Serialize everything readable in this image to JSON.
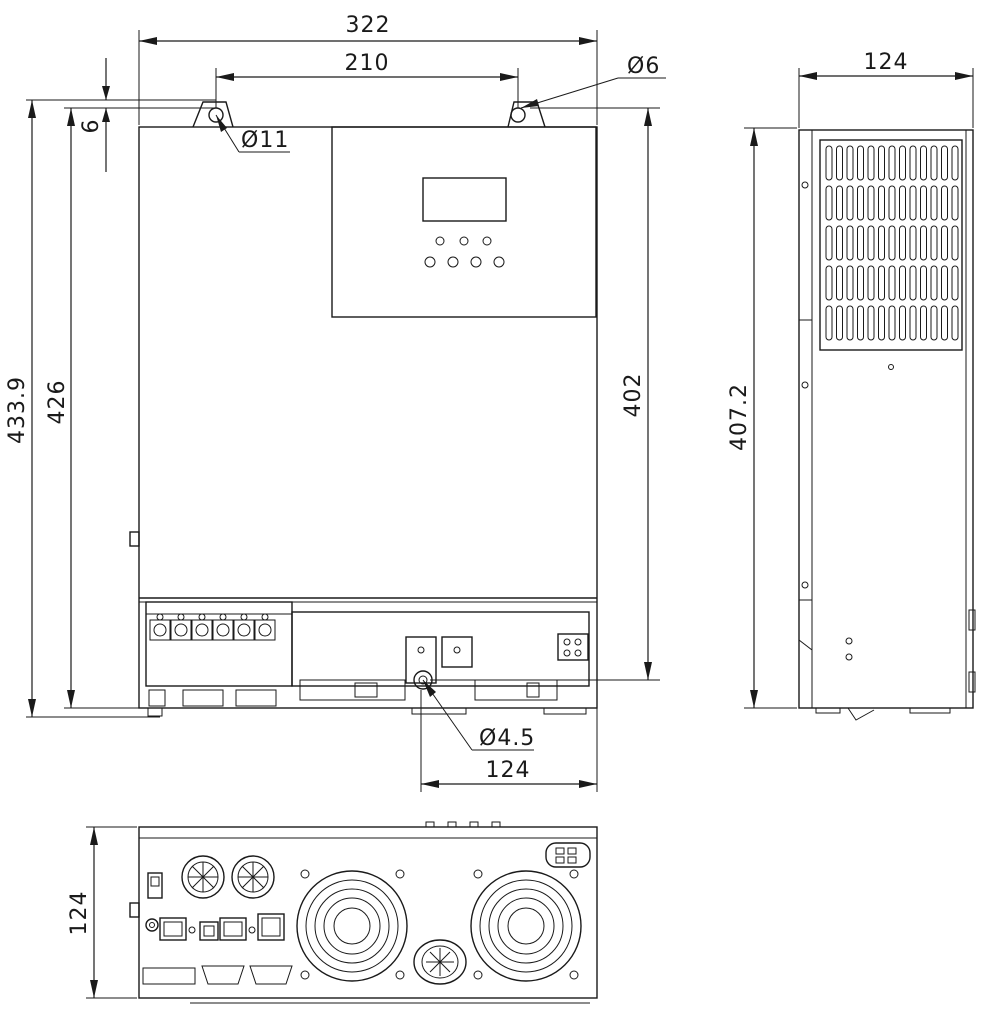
{
  "dimensions": {
    "overall_width": "322",
    "mount_hole_spacing": "210",
    "top_hole_diameter": "Ø6",
    "keyhole_offset": "6",
    "keyhole_diameter": "Ø11",
    "overall_height": "433.9",
    "body_height": "426",
    "mount_height": "402",
    "depth_top_side": "124",
    "side_height": "407.2",
    "ground_hole_diameter": "Ø4.5",
    "ground_offset": "124",
    "bottom_depth": "124"
  }
}
